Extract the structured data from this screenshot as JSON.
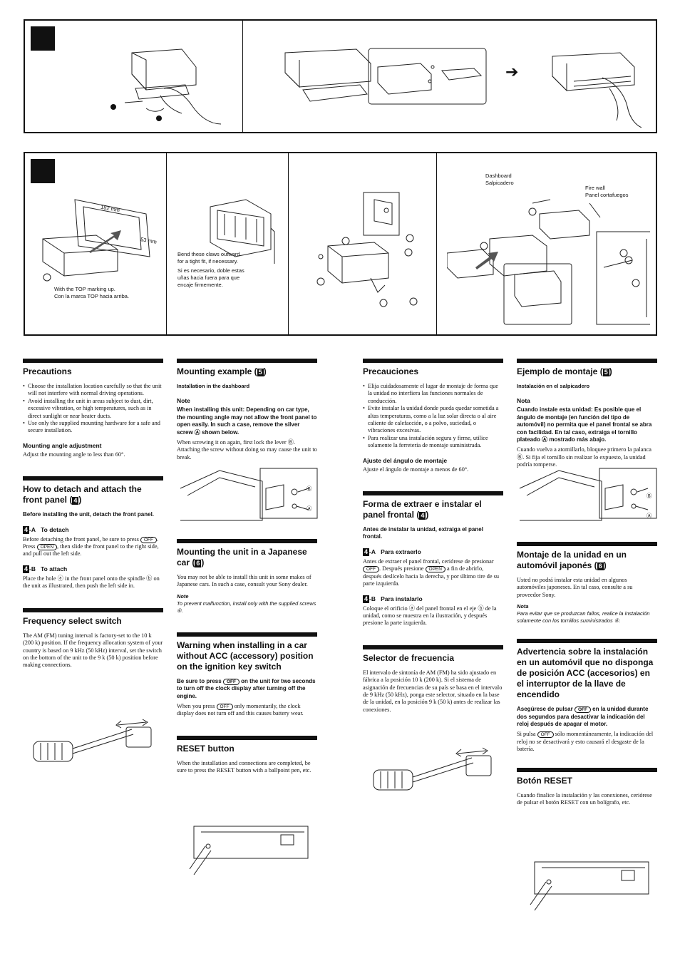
{
  "fig1": {
    "arrow": "➔"
  },
  "fig2": {
    "p1_dim_w": "182 mm",
    "p1_dim_h": "53 mm",
    "p1_caption_en": "With the TOP marking up.",
    "p1_caption_es": "Con la marca TOP hacia arriba.",
    "p2_caption_en1": "Bend these claws outward",
    "p2_caption_en2": "for a tight fit, if necessary.",
    "p2_caption_es1": "Si es necesario, doble estas",
    "p2_caption_es2": "uñas hacia fuera para que",
    "p2_caption_es3": "encaje firmemente.",
    "p4_dashboard_en": "Dashboard",
    "p4_dashboard_es": "Salpicadero",
    "p4_firewall_en": "Fire wall",
    "p4_firewall_es": "Panel cortafuegos"
  },
  "en_left": {
    "precautions_title": "Precautions",
    "precautions_items": [
      "Choose the installation location carefully so that the unit will not interfere with normal driving operations.",
      "Avoid installing the unit in areas subject to dust, dirt, excessive vibration, or high temperatures, such as in direct sunlight or near heater ducts.",
      "Use only the supplied mounting hardware for a safe and secure installation."
    ],
    "angle_title": "Mounting angle adjustment",
    "angle_text": "Adjust the mounting angle to less than 60°.",
    "detach_title": "How to detach and attach the front panel (",
    "detach_num": "4",
    "detach_close": ")",
    "detach_intro": "Before installing the unit, detach the front panel.",
    "a_num": "4",
    "a_label": "-A",
    "a_title": "To detach",
    "a_text1": "Before detaching the front panel, be sure to press",
    "a_key1": "OFF",
    "a_text2": ". Press",
    "a_key2": "OPEN",
    "a_text3": ", then slide the front panel to the right side, and pull out the left side.",
    "b_num": "4",
    "b_label": "-B",
    "b_title": "To attach",
    "b_text1": "Place the hole",
    "b_mark1": "ⓐ",
    "b_text2": "in the front panel onto the spindle",
    "b_mark2": "ⓑ",
    "b_text3": "on the unit as illustrated, then push the left side in.",
    "freq_title": "Frequency select switch",
    "freq_text": "The AM (FM) tuning interval is factory-set to the 10 k (200 k) position. If the frequency allocation system of your country is based on 9 kHz (50 kHz) interval, set the switch on the bottom of the unit to the 9 k (50 k) position before making connections."
  },
  "en_right": {
    "mount_title": "Mounting example (",
    "mount_num": "5",
    "mount_close": ")",
    "mount_sub": "Installation in the dashboard",
    "note_title": "Note",
    "note_bold": "When installing this unit: Depending on car type, the mounting angle may not allow the front panel to open easily. In such a case, remove the silver screw Ⓐ shown below.",
    "note_text": "When screwing it on again, first lock the lever Ⓑ. Attaching the screw without doing so may cause the unit to break.",
    "label_b": "Ⓑ",
    "label_a": "Ⓐ",
    "jp_title": "Mounting the unit in a Japanese car (",
    "jp_num": "6",
    "jp_close": ")",
    "jp_text": "You may not be able to install this unit in some makes of Japanese cars. In such a case, consult your Sony dealer.",
    "jp_note_title": "Note",
    "jp_note_text": "To prevent malfunction, install only with the supplied screws ④.",
    "warn_title": "Warning when installing in a car without ACC (accessory) position on the ignition key switch",
    "warn_bold1": "Be sure to press",
    "warn_key": "OFF",
    "warn_bold2": "on the unit for two seconds to turn off the clock display after turning off the engine.",
    "warn_text1": "When you press",
    "warn_key2": "OFF",
    "warn_text2": "only momentarily, the clock display does not turn off and this causes battery wear.",
    "reset_title": "RESET button",
    "reset_text": "When the installation and connections are completed, be sure to press the RESET button with a ballpoint pen, etc."
  },
  "es_left": {
    "precautions_title": "Precauciones",
    "precautions_items": [
      "Elija cuidadosamente el lugar de montaje de forma que la unidad no interfiera las funciones normales de conducción.",
      "Evite instalar la unidad donde pueda quedar sometida a altas temperaturas, como a la luz solar directa o al aire caliente de calefacción, o a polvo, suciedad, o vibraciones excesivas.",
      "Para realizar una instalación segura y firme, utilice solamente la ferretería de montaje suministrada."
    ],
    "angle_title": "Ajuste del ángulo de montaje",
    "angle_text": "Ajuste el ángulo de montaje a menos de 60°.",
    "detach_title": "Forma de extraer e instalar el panel frontal (",
    "detach_num": "4",
    "detach_close": ")",
    "detach_intro": "Antes de instalar la unidad, extraiga el panel frontal.",
    "a_num": "4",
    "a_label": "-A",
    "a_title": "Para extraerlo",
    "a_text1": "Antes de extraer el panel frontal, ceriórese de presionar",
    "a_key1": "OFF",
    "a_text2": ". Después presione",
    "a_key2": "OPEN",
    "a_text3": "a fin de abrirlo, después deslícelo hacia la derecha, y por último tire de su parte izquierda.",
    "b_num": "4",
    "b_label": "-B",
    "b_title": "Para instalarlo",
    "b_text1": "Coloque el orificio",
    "b_mark1": "ⓐ",
    "b_text2": "del panel frontal en el eje",
    "b_mark2": "ⓑ",
    "b_text3": "de la unidad, como se muestra en la ilustración, y después presione la parte izquierda.",
    "freq_title": "Selector de frecuencia",
    "freq_text": "El intervalo de sintonía de AM (FM) ha sido ajustado en fábrica a la posición 10 k (200 k). Si el sistema de asignación de frecuencias de su país se basa en el intervalo de 9 kHz (50 kHz), ponga este selector, situado en la base de la unidad, en la posición 9 k (50 k) antes de realizar las conexiones."
  },
  "es_right": {
    "mount_title": "Ejemplo de montaje (",
    "mount_num": "5",
    "mount_close": ")",
    "mount_sub": "Instalación en el salpicadero",
    "note_title": "Nota",
    "note_bold": "Cuando instale esta unidad: Es posible que el ángulo de montaje (en función del tipo de automóvil) no permita que el panel frontal se abra con facilidad. En tal caso, extraiga el tornillo plateado Ⓐ mostrado más abajo.",
    "note_text": "Cuando vuelva a atornillarlo, bloquee primero la palanca Ⓑ. Si fija el tornillo sin realizar lo expuesto, la unidad podría romperse.",
    "label_b": "Ⓑ",
    "label_a": "Ⓐ",
    "jp_title": "Montaje de la unidad en un automóvil japonés (",
    "jp_num": "6",
    "jp_close": ")",
    "jp_text": "Usted no podrá instalar esta unidad en algunos automóviles japoneses. En tal caso, consulte a su proveedor Sony.",
    "jp_note_title": "Nota",
    "jp_note_text": "Para evitar que se produzcan fallos, realice la instalación solamente con los tornillos suministrados ④.",
    "warn_title": "Advertencia sobre la instalación en un automóvil que no disponga de posición ACC (accesorios) en el interruptor de la llave de encendido",
    "warn_bold1": "Asegúrese de pulsar",
    "warn_key": "OFF",
    "warn_bold2": "en la unidad durante dos segundos para desactivar la indicación del reloj después de apagar el motor.",
    "warn_text1": "Si pulsa",
    "warn_key2": "OFF",
    "warn_text2": "sólo momentáneamente, la indicación del reloj no se desactivará y esto causará el desgaste de la batería.",
    "reset_title": "Botón RESET",
    "reset_text": "Cuando finalice la instalación y las conexiones, ceriórese de pulsar el botón RESET con un bolígrafo, etc."
  }
}
